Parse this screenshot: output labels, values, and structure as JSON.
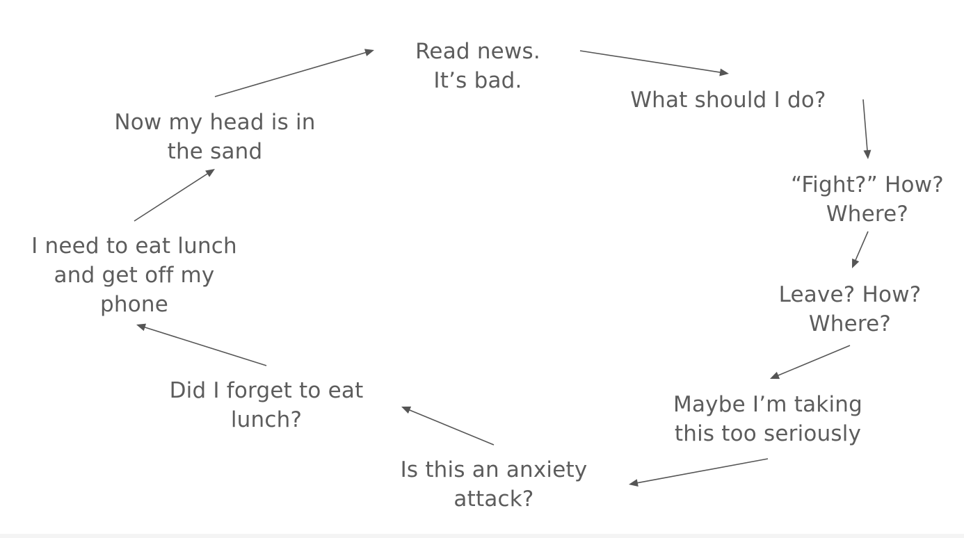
{
  "diagram": {
    "text_color": "#5c5c5c",
    "arrow_color": "#555555",
    "nodes": [
      {
        "id": "read-news",
        "lines": [
          "Read news.",
          "It’s bad."
        ]
      },
      {
        "id": "what-should-i-do",
        "lines": [
          "What should I do?"
        ]
      },
      {
        "id": "fight",
        "lines": [
          "“Fight?” How?",
          "Where?"
        ]
      },
      {
        "id": "leave",
        "lines": [
          "Leave? How?",
          "Where?"
        ]
      },
      {
        "id": "maybe",
        "lines": [
          "Maybe I’m taking",
          "this too seriously"
        ]
      },
      {
        "id": "anxiety",
        "lines": [
          "Is this an anxiety",
          "attack?"
        ]
      },
      {
        "id": "forgot-lunch",
        "lines": [
          "Did I forget to eat",
          "lunch?"
        ]
      },
      {
        "id": "eat-lunch",
        "lines": [
          "I need to eat lunch",
          "and get off my",
          "phone"
        ]
      },
      {
        "id": "head-sand",
        "lines": [
          "Now my head is in",
          "the sand"
        ]
      }
    ],
    "edges": [
      {
        "from": "read-news",
        "to": "what-should-i-do"
      },
      {
        "from": "what-should-i-do",
        "to": "fight"
      },
      {
        "from": "fight",
        "to": "leave"
      },
      {
        "from": "leave",
        "to": "maybe"
      },
      {
        "from": "maybe",
        "to": "anxiety"
      },
      {
        "from": "anxiety",
        "to": "forgot-lunch"
      },
      {
        "from": "forgot-lunch",
        "to": "eat-lunch"
      },
      {
        "from": "eat-lunch",
        "to": "head-sand"
      },
      {
        "from": "head-sand",
        "to": "read-news"
      }
    ]
  }
}
